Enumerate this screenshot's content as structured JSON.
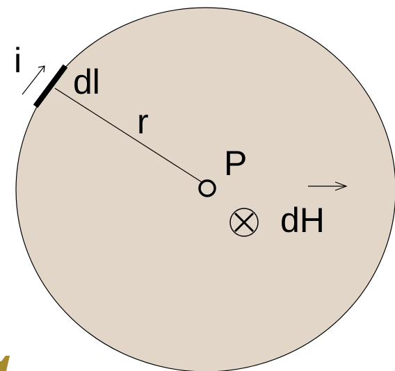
{
  "labels": {
    "current": "i",
    "element": "dl",
    "distance": "r",
    "point": "P",
    "field": "dH"
  },
  "symbols": {
    "into_page": "into-page-cross-icon",
    "current_direction": "arrow-icon",
    "vector_overline": "vector-arrow-icon"
  },
  "colors": {
    "disk_fill": "#e2d6c8",
    "stroke": "#000000",
    "corner_mark": "#a88a2e",
    "background": "#ffffff"
  }
}
